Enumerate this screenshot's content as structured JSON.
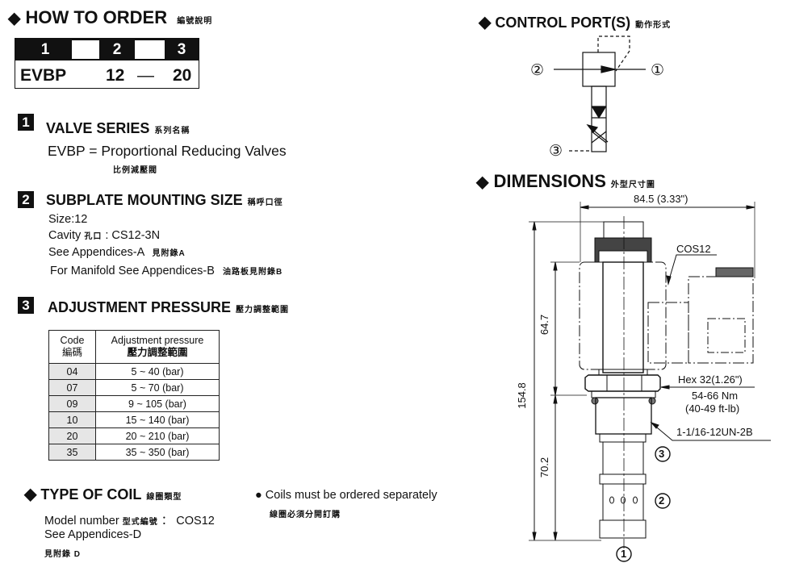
{
  "how_to_order": {
    "title": "HOW TO  ORDER",
    "title_zh": "編號說明",
    "slots": [
      "1",
      "2",
      "3"
    ],
    "values": {
      "series": "EVBP",
      "size": "12",
      "dash": "—",
      "pressure": "20"
    }
  },
  "valve_series": {
    "num": "1",
    "title": "VALVE SERIES",
    "title_zh": "系列名稱",
    "line": "EVBP = Proportional Reducing  Valves",
    "line_zh": "比例減壓閥"
  },
  "mounting_size": {
    "num": "2",
    "title": "SUBPLATE MOUNTING SIZE",
    "title_zh": "稱呼口徑",
    "size": "Size:12",
    "cavity_label": "Cavity",
    "cavity_zh": "孔口",
    "cavity_value": ": CS12-3N",
    "see_a": "See Appendices-A",
    "see_a_zh": "見附錄A",
    "manifold": "For Manifold See Appendices-B",
    "manifold_zh": "油路板見附錄B"
  },
  "adjustment_pressure": {
    "num": "3",
    "title": "ADJUSTMENT PRESSURE",
    "title_zh": "壓力調整範圍",
    "headers": {
      "code": "Code",
      "code_zh": "編碼",
      "pressure": "Adjustment pressure",
      "pressure_zh": "壓力調整範圍"
    },
    "rows": [
      {
        "code": "04",
        "range": "5 ~ 40 (bar)"
      },
      {
        "code": "07",
        "range": "5 ~ 70 (bar)"
      },
      {
        "code": "09",
        "range": "9 ~ 105 (bar)"
      },
      {
        "code": "10",
        "range": "15 ~ 140 (bar)"
      },
      {
        "code": "20",
        "range": "20 ~ 210 (bar)"
      },
      {
        "code": "35",
        "range": "35 ~ 350 (bar)"
      }
    ]
  },
  "type_of_coil": {
    "title": "TYPE OF COIL",
    "title_zh": "線圈類型",
    "model_label": "Model number",
    "model_zh": "型式編號",
    "model_value": "：  COS12",
    "see_d": "See Appendices-D",
    "see_d_zh": "見附錄 D",
    "note": "Coils must be ordered separately",
    "note_zh": "線圈必須分開訂購"
  },
  "control_ports": {
    "title": "CONTROL PORT(S)",
    "title_zh": "動作形式",
    "port1": "①",
    "port2": "②",
    "port3": "③"
  },
  "dimensions": {
    "title": "DIMENSIONS",
    "title_zh": "外型尺寸圖",
    "width": "84.5 (3.33\")",
    "coil": "COS12",
    "hex": "Hex 32(1.26\")",
    "torque_nm": "54-66 Nm",
    "torque_ftlb": "(40-49 ft-lb)",
    "thread": "1-1/16-12UN-2B",
    "total_height": "154.8",
    "upper_height": "64.7",
    "lower_height": "70.2",
    "port1": "1",
    "port2": "2",
    "port3": "3"
  }
}
